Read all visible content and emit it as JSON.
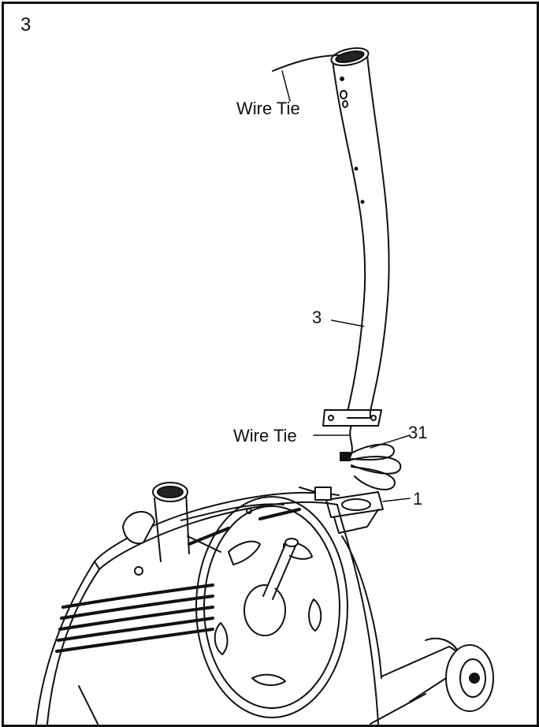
{
  "step": {
    "number": "3"
  },
  "callouts": {
    "wire_tie_top": "Wire Tie",
    "part_3": "3",
    "wire_tie_mid": "Wire Tie",
    "part_31": "31",
    "part_1": "1"
  },
  "colors": {
    "line": "#111111",
    "background": "#ffffff"
  },
  "figure": {
    "subject": "exercise bike frame with upright tube"
  }
}
